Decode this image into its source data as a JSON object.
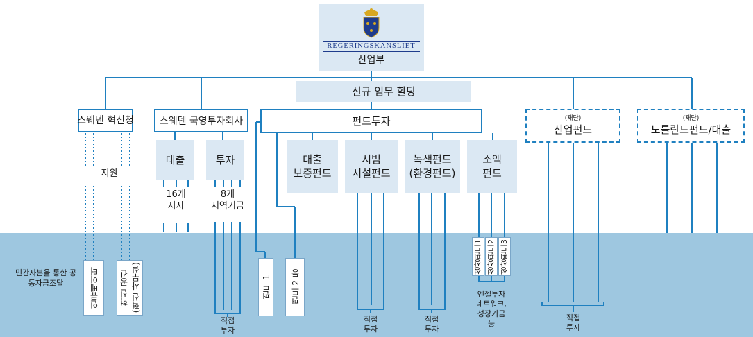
{
  "header": {
    "logo_text": "REGERINGSKANSLIET",
    "ministry": "산업부"
  },
  "assignment": "신규 임무 할당",
  "band_label": "민간자본을 통한 공동자금조달",
  "orgs": {
    "innovation_agency": {
      "label": "스웨덴 혁신청",
      "support": "지원",
      "sub1": "인큐베이터",
      "sub2a": "혁신 공간",
      "sub2b": "(혁신 사무실)"
    },
    "state_investment": {
      "label": "스웨덴 국영투자회사",
      "loan": "대출",
      "invest": "투자",
      "branches": [
        "16개",
        "지사"
      ],
      "regional": [
        "8개",
        "지역기금"
      ],
      "direct": [
        "직접",
        "투자"
      ]
    },
    "fund_invest": {
      "label": "펀드투자",
      "fund1": "펀드 1",
      "fund2": "펀드 2 등",
      "loan_guarantee": [
        "대출",
        "보증펀드"
      ],
      "pilot": [
        "시범",
        "시설펀드"
      ],
      "green": [
        "녹색펀드",
        "(환경펀드)"
      ],
      "small": [
        "소액",
        "펀드"
      ],
      "growth_funds": [
        "성장펀드1",
        "성장펀드2",
        "성장펀드3"
      ],
      "angel": [
        "엔젤투자",
        "네트워크,",
        "성장기금",
        "등"
      ],
      "direct_pilot": [
        "직접",
        "투자"
      ],
      "direct_green": [
        "직접",
        "투자"
      ]
    },
    "industry_fund": {
      "tag": "(재단)",
      "label": "산업펀드",
      "direct": [
        "직접",
        "투자"
      ]
    },
    "norrland_fund": {
      "tag": "(재단)",
      "label": "노를란드펀드/대출"
    }
  },
  "colors": {
    "line": "#1f80c0",
    "band": "#9ec7e0",
    "lightbox": "#dbe8f3",
    "crest_blue": "#1f3c8c",
    "crest_gold": "#d8a820"
  }
}
